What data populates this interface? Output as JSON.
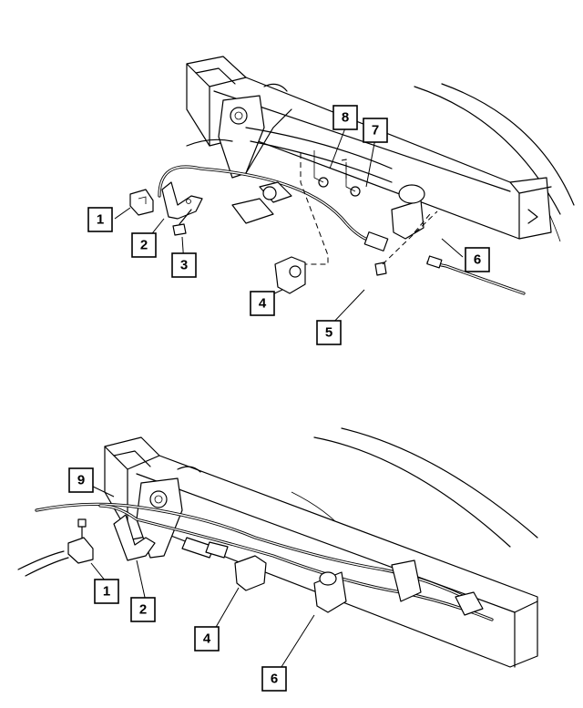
{
  "callouts": {
    "top": [
      {
        "label": "1"
      },
      {
        "label": "2"
      },
      {
        "label": "3"
      },
      {
        "label": "4"
      },
      {
        "label": "5"
      },
      {
        "label": "6"
      },
      {
        "label": "7"
      },
      {
        "label": "8"
      }
    ],
    "bottom": [
      {
        "label": "9"
      },
      {
        "label": "1"
      },
      {
        "label": "2"
      },
      {
        "label": "4"
      },
      {
        "label": "6"
      }
    ]
  }
}
